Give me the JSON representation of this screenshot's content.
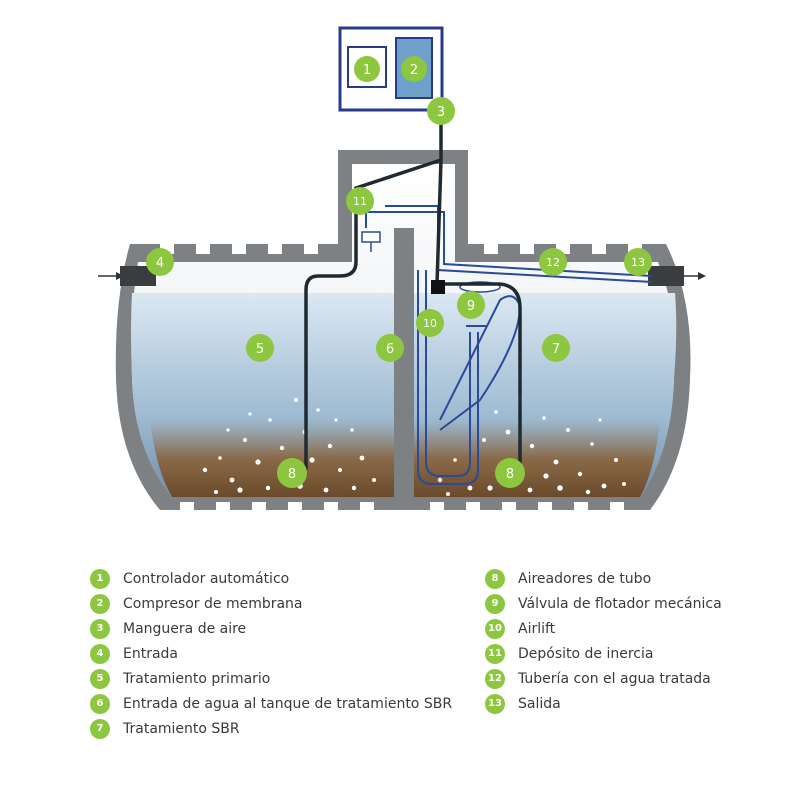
{
  "colors": {
    "badge": "#8dc63f",
    "water_top": "#dbe8f2",
    "water_bottom": "#6f95b3",
    "sludge": "#7a5a3a",
    "tank_wall": "#8d8f91",
    "pipe_black": "#1f2a30",
    "pipe_blue": "#2a4a9a",
    "compressor": "#6fa0cc"
  },
  "badges": [
    "1",
    "2",
    "3",
    "4",
    "5",
    "6",
    "7",
    "8",
    "9",
    "10",
    "11",
    "12",
    "13"
  ],
  "legend": {
    "left": [
      {
        "num": "1",
        "label": "Controlador automático"
      },
      {
        "num": "2",
        "label": "Compresor de membrana"
      },
      {
        "num": "3",
        "label": "Manguera de aire"
      },
      {
        "num": "4",
        "label": "Entrada"
      },
      {
        "num": "5",
        "label": "Tratamiento primario"
      },
      {
        "num": "6",
        "label": "Entrada de agua al tanque de tratamiento SBR"
      },
      {
        "num": "7",
        "label": "Tratamiento SBR"
      }
    ],
    "right": [
      {
        "num": "8",
        "label": "Aireadores de tubo"
      },
      {
        "num": "9",
        "label": "Válvula de flotador mecánica"
      },
      {
        "num": "10",
        "label": "Airlift"
      },
      {
        "num": "11",
        "label": "Depósito de inercia"
      },
      {
        "num": "12",
        "label": "Tubería con el agua tratada"
      },
      {
        "num": "13",
        "label": "Salida"
      }
    ]
  }
}
